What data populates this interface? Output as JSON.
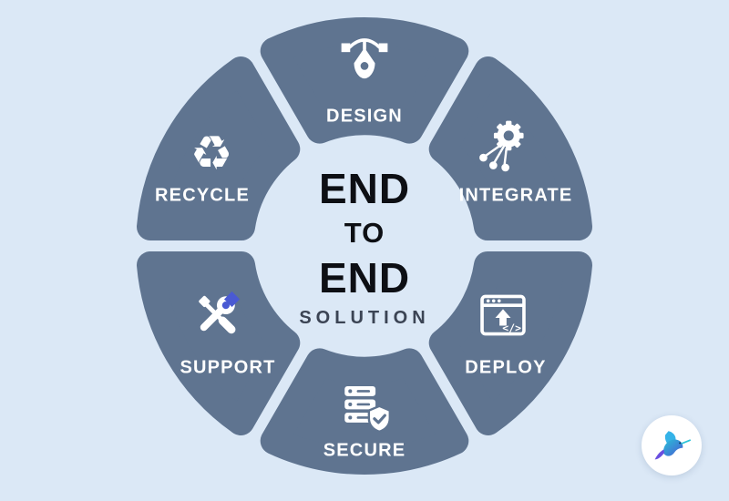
{
  "background": "#dbe8f6",
  "center": {
    "line1": "END",
    "line2": "TO",
    "line3": "END",
    "line4": "SOLUTION"
  },
  "colors": {
    "segment_blue": "#4a5ad3",
    "segment_gray": "#5f7490",
    "label_text": "#ffffff",
    "center_text": "#0d0f14",
    "solution_text": "#3b4454"
  },
  "segments": [
    {
      "id": "design",
      "label": "DESIGN",
      "icon": "pen-tool-icon",
      "color": "#4a5ad3"
    },
    {
      "id": "integrate",
      "label": "INTEGRATE",
      "icon": "gear-integration-icon",
      "color": "#5f7490"
    },
    {
      "id": "deploy",
      "label": "DEPLOY",
      "icon": "deploy-browser-icon",
      "color": "#4a5ad3"
    },
    {
      "id": "secure",
      "label": "SECURE",
      "icon": "server-shield-icon",
      "color": "#5f7490"
    },
    {
      "id": "support",
      "label": "SUPPORT",
      "icon": "wrench-screwdriver-icon",
      "color": "#4a5ad3"
    },
    {
      "id": "recycle",
      "label": "RECYCLE",
      "icon": "recycle-icon",
      "glyph": "♻",
      "color": "#5f7490"
    }
  ],
  "logo": {
    "name": "hummingbird-logo"
  }
}
